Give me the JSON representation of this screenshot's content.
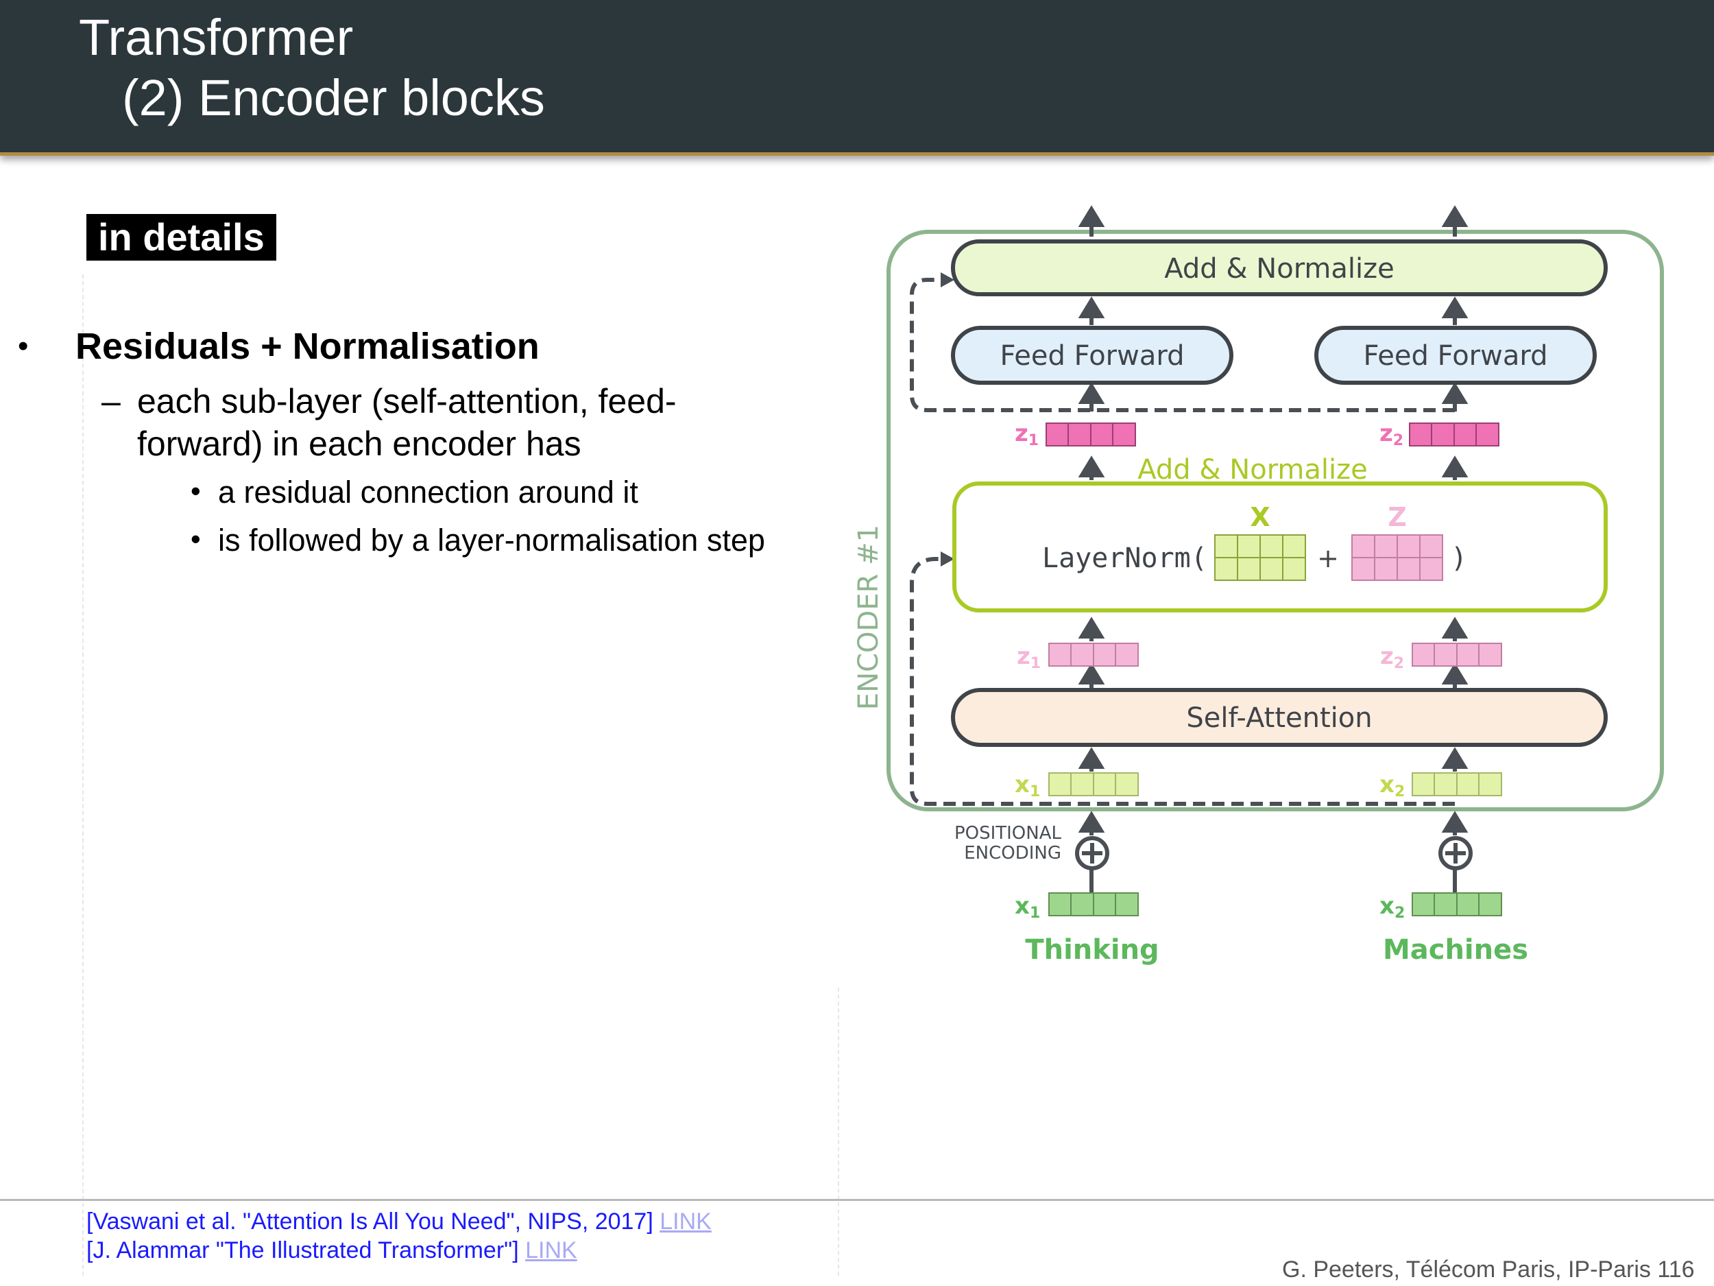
{
  "header": {
    "title": "Transformer",
    "subtitle": "(2) Encoder blocks"
  },
  "badge": "in details",
  "bullets": {
    "main": "Residuals + Normalisation",
    "dash": "–",
    "sub_line1": "each sub-layer (self-attention, feed-",
    "sub_line2": "forward) in each encoder has",
    "items": [
      "a residual connection around it",
      "is followed by a layer-normalisation step"
    ]
  },
  "diagram": {
    "encoder_label": "ENCODER #1",
    "add_normalize_top": "Add & Normalize",
    "feed_forward": "Feed Forward",
    "add_normalize_mid": "Add & Normalize",
    "layernorm_open": "LayerNorm(",
    "plus": "+",
    "close_paren": ")",
    "x_label": "X",
    "z_label": "Z",
    "self_attention": "Self-Attention",
    "positional_line1": "POSITIONAL",
    "positional_line2": "ENCODING",
    "vec_z": "z",
    "vec_x": "x",
    "sub1": "1",
    "sub2": "2",
    "word1": "Thinking",
    "word2": "Machines",
    "colors": {
      "encoder": "#8db48e",
      "add_norm_fill": "#eaf7d0",
      "feed_fill": "#e1effb",
      "self_attn_fill": "#fcecde",
      "z_bright": "#ee72b4",
      "z_light": "#f5b7d7",
      "x_light": "#e2f2a8",
      "x_green": "#9ed68d",
      "lime": "#a9c925"
    }
  },
  "references": [
    {
      "text": "[Vaswani et al. \"Attention Is All You Need\", NIPS, 2017]",
      "link": "LINK"
    },
    {
      "text": "[J. Alammar \"The Illustrated Transformer\"]",
      "link": "LINK"
    }
  ],
  "credit": "G. Peeters, Télécom Paris, IP-Paris 116"
}
